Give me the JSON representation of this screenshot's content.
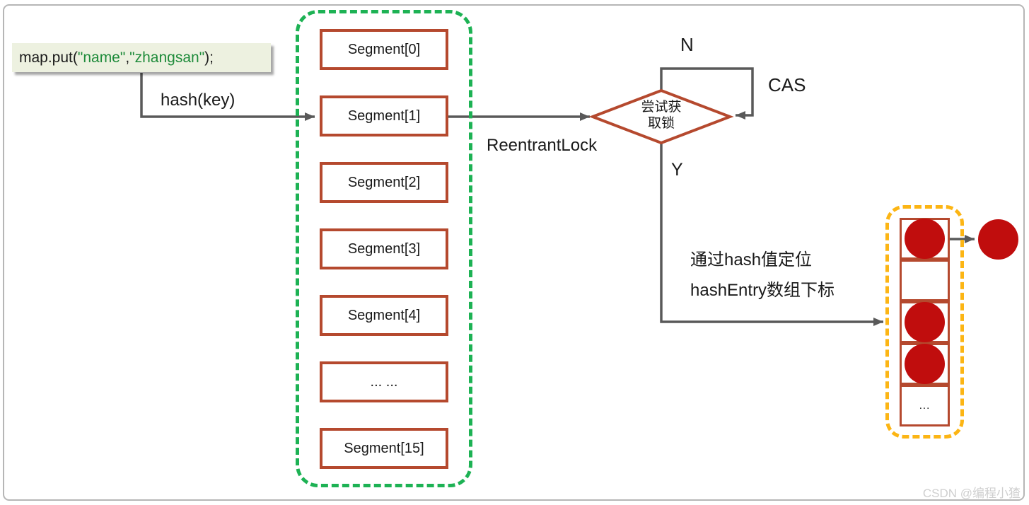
{
  "code": {
    "prefix": "map.put(",
    "arg1": "\"name\"",
    "separator": ",",
    "arg2": "\"zhangsan\"",
    "suffix": ");"
  },
  "labels": {
    "hash_arrow": "hash(key)",
    "reentrant_lock": "ReentrantLock",
    "n": "N",
    "cas": "CAS",
    "y": "Y",
    "locate_line1": "通过hash值定位",
    "locate_line2": "hashEntry数组下标"
  },
  "decision": {
    "line1": "尝试获",
    "line2": "取锁"
  },
  "segments": {
    "items": [
      "Segment[0]",
      "Segment[1]",
      "Segment[2]",
      "Segment[3]",
      "Segment[4]",
      "... ...",
      "Segment[15]"
    ]
  },
  "hash_entries": {
    "cells": [
      "node",
      "empty",
      "node",
      "node",
      "ellipsis"
    ],
    "ellipsis": "...",
    "has_external_node": true
  },
  "watermark": "CSDN @编程小猹",
  "colors": {
    "segment_border": "#b5492e",
    "green_dash": "#1db254",
    "yellow_dash": "#fcb514",
    "node_red": "#c00d0d",
    "connector": "#595959",
    "code_bg": "#edf1e0",
    "code_string": "#1e8b3a",
    "frame_border": "#b6b6b6",
    "watermark": "#cfcfcf"
  }
}
